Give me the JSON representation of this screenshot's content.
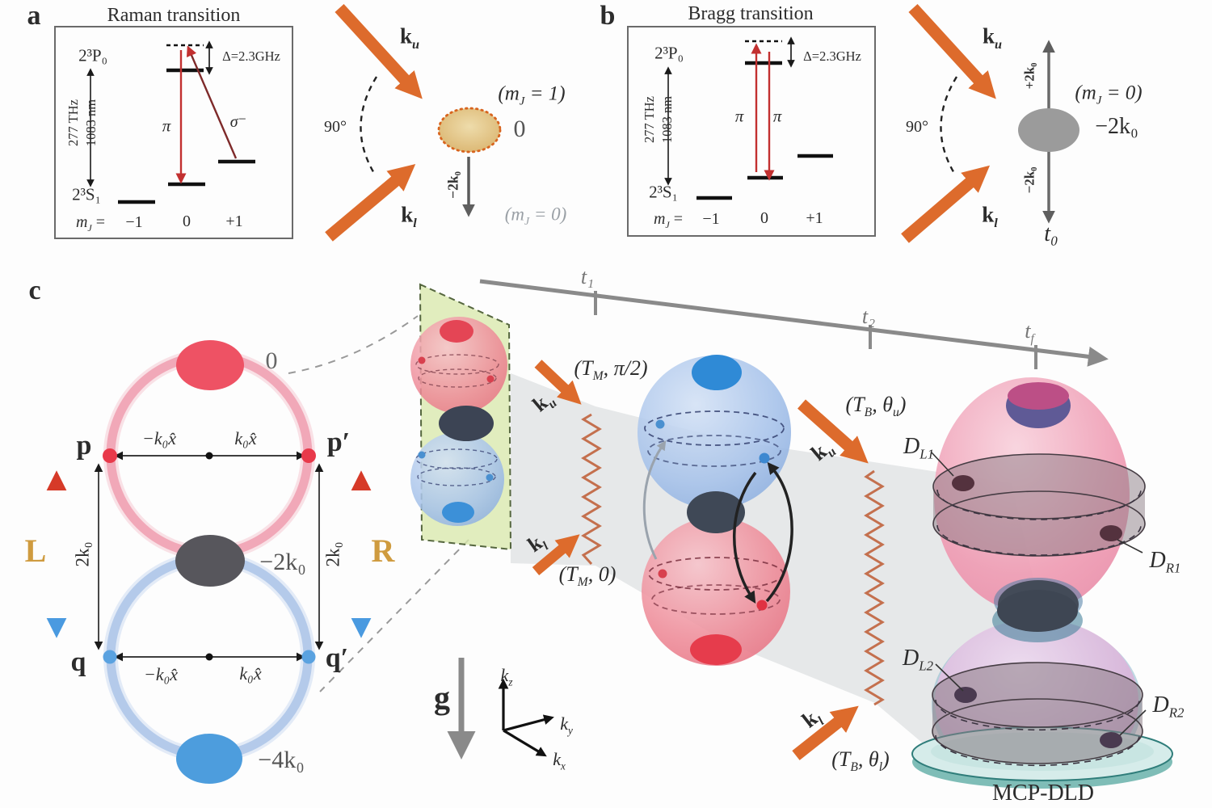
{
  "panel_a": {
    "tag": "a",
    "title": "Raman transition",
    "upper_level": "2³P₀",
    "lower_level": "2³S₁",
    "freq": "277 THz",
    "wavelength": "1083 nm",
    "detuning": "Δ=2.3GHz",
    "pi": "π",
    "sigma": "σ⁻",
    "mj": {
      "m": "m",
      "J": "J",
      "eq": " ="
    },
    "m_values": [
      "−1",
      "0",
      "+1"
    ],
    "ku": {
      "k": "k",
      "sub": "u"
    },
    "kl": {
      "k": "k",
      "sub": "l"
    },
    "angle": "90°",
    "excited": {
      "p0": "(m",
      "sub": "J",
      "p1": " = 1)"
    },
    "zero": "0",
    "recoil_down": "−2k₀",
    "ground": {
      "p0": "(m",
      "sub": "J",
      "p1": " = 0)"
    }
  },
  "panel_b": {
    "tag": "b",
    "title": "Bragg transition",
    "upper_level": "2³P₀",
    "lower_level": "2³S₁",
    "freq": "277 THz",
    "wavelength": "1083 nm",
    "detuning": "Δ=2.3GHz",
    "pi_left": "π",
    "pi_right": "π",
    "mj": {
      "m": "m",
      "J": "J",
      "eq": " ="
    },
    "m_values": [
      "−1",
      "0",
      "+1"
    ],
    "ku": {
      "k": "k",
      "sub": "u"
    },
    "kl": {
      "k": "k",
      "sub": "l"
    },
    "angle": "90°",
    "state": {
      "p0": "(m",
      "sub": "J",
      "p1": " = 0)"
    },
    "recoil_up": "+2k₀",
    "recoil_down": "−2k₀",
    "net_recoil": "−2k₀",
    "time_t0": "t₀"
  },
  "panel_c": {
    "tag": "c",
    "timeline": {
      "t1": "t₁",
      "t2": "t₂",
      "tf": {
        "p0": "t",
        "sub": "f"
      }
    },
    "momentum": {
      "zero": "0",
      "minus_2k0": "−2k₀",
      "minus_4k0": "−4k₀",
      "p": "p",
      "p_prime": "p′",
      "q": "q",
      "q_prime": "q′",
      "neg_k0x": "−k₀x̂",
      "pos_k0x": "k₀x̂",
      "two_k0": "2k₀",
      "port_L": "L",
      "port_R": "R"
    },
    "pulses": {
      "ku": {
        "k": "k",
        "sub": "u"
      },
      "kl": {
        "k": "k",
        "sub": "l"
      },
      "mirror_upper": {
        "p0": "(T",
        "sub": "M",
        "p1": ", π/2)"
      },
      "mirror_lower": {
        "p0": "(T",
        "sub": "M",
        "p1": ", 0)"
      },
      "bragg_upper": {
        "p0": "(T",
        "s0": "B",
        "p1": ", θ",
        "s1": "u",
        "p2": ")"
      },
      "bragg_lower": {
        "p0": "(T",
        "s0": "B",
        "p1": ", θ",
        "s1": "l",
        "p2": ")"
      }
    },
    "detectors": {
      "dl1": {
        "p0": "D",
        "sub": "L1"
      },
      "dr1": {
        "p0": "D",
        "sub": "R1"
      },
      "dl2": {
        "p0": "D",
        "sub": "L2"
      },
      "dr2": {
        "p0": "D",
        "sub": "R2"
      },
      "mcp": "MCP-DLD"
    },
    "frame": {
      "g": "g",
      "kz": {
        "p0": "k",
        "sub": "z"
      },
      "ky": {
        "p0": "k",
        "sub": "y"
      },
      "kx": {
        "p0": "k",
        "sub": "x"
      }
    }
  },
  "colors": {
    "laser_orange": "#dd6b2c",
    "transition_red": "#c23030",
    "sigma_dark_red": "#7e2a2a",
    "gold_port": "#cf9b3f",
    "sphere_red": "#e87484",
    "sphere_blue": "#8fb3e4",
    "condensate_tan": "#dcb36a",
    "detector_band_gray": "#8d7e87",
    "mcp_teal": "#2f7d7a",
    "timeline_gray": "#8a8a8a",
    "plane_green": "#d9e9ae"
  }
}
